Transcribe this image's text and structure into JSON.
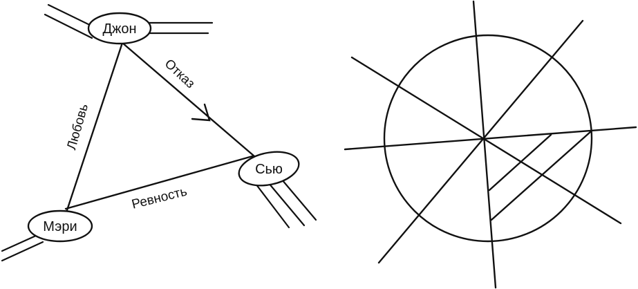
{
  "nodes": {
    "john": "Джон",
    "sue": "Сью",
    "mary": "Мэри"
  },
  "edges": {
    "love": "Любовь",
    "rejection": "Отказ",
    "jealousy": "Ревность"
  },
  "colors": {
    "ink": "#111111",
    "background": "#ffffff"
  }
}
